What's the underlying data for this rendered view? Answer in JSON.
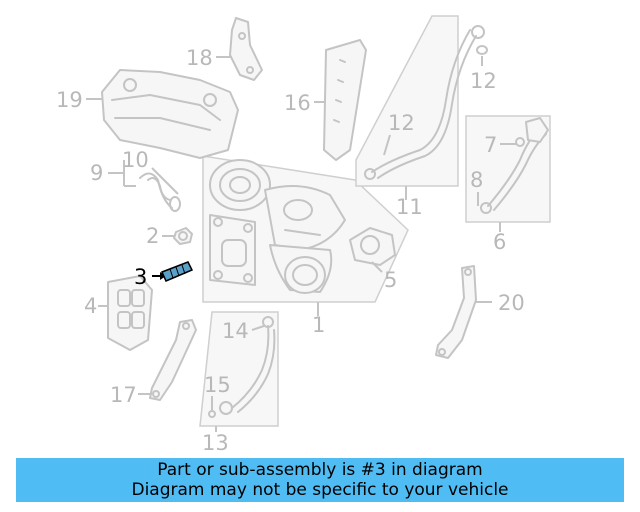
{
  "callouts": {
    "c1": "1",
    "c2": "2",
    "c3": "3",
    "c4": "4",
    "c5": "5",
    "c6": "6",
    "c7": "7",
    "c8": "8",
    "c9": "9",
    "c10": "10",
    "c11": "11",
    "c12a": "12",
    "c12b": "12",
    "c13": "13",
    "c14": "14",
    "c15": "15",
    "c16": "16",
    "c17": "17",
    "c18": "18",
    "c19": "19",
    "c20": "20"
  },
  "highlighted_part": "3",
  "banner": {
    "line1": "Part or sub-assembly is #3 in diagram",
    "line2": "Diagram may not be specific to your vehicle"
  },
  "colors": {
    "banner_bg": "#4fbcf4",
    "highlight_part": "#5aa0c8",
    "inactive_lines": "#c4c4c4"
  }
}
